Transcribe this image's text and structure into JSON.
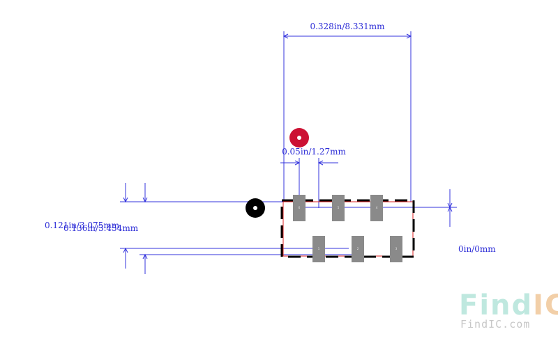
{
  "dimensions": {
    "width_label": "0.328in/8.331mm",
    "pitch_label": "0.05in/1.27mm",
    "height_outer_label": "0.136in/3.454mm",
    "height_inner_label": "0.121in/3.075mm",
    "offset_label": "0in/0mm"
  },
  "pads": {
    "top_row": [
      "6",
      "5",
      "4"
    ],
    "bottom_row": [
      "1",
      "2",
      "3"
    ]
  },
  "watermark": {
    "find": "Find",
    "ic": "IC",
    "url": "FindIC.com"
  },
  "colors": {
    "dimension": "#3333dd",
    "outline": "#000000",
    "pin1_marker": "#cc1133",
    "origin_marker": "#000000",
    "pad": "#8a8a8a",
    "silk_red": "#dd2222",
    "watermark_find": "#bfe8df",
    "watermark_ic": "#f2cfa8",
    "watermark_url": "#c7c7c7"
  }
}
